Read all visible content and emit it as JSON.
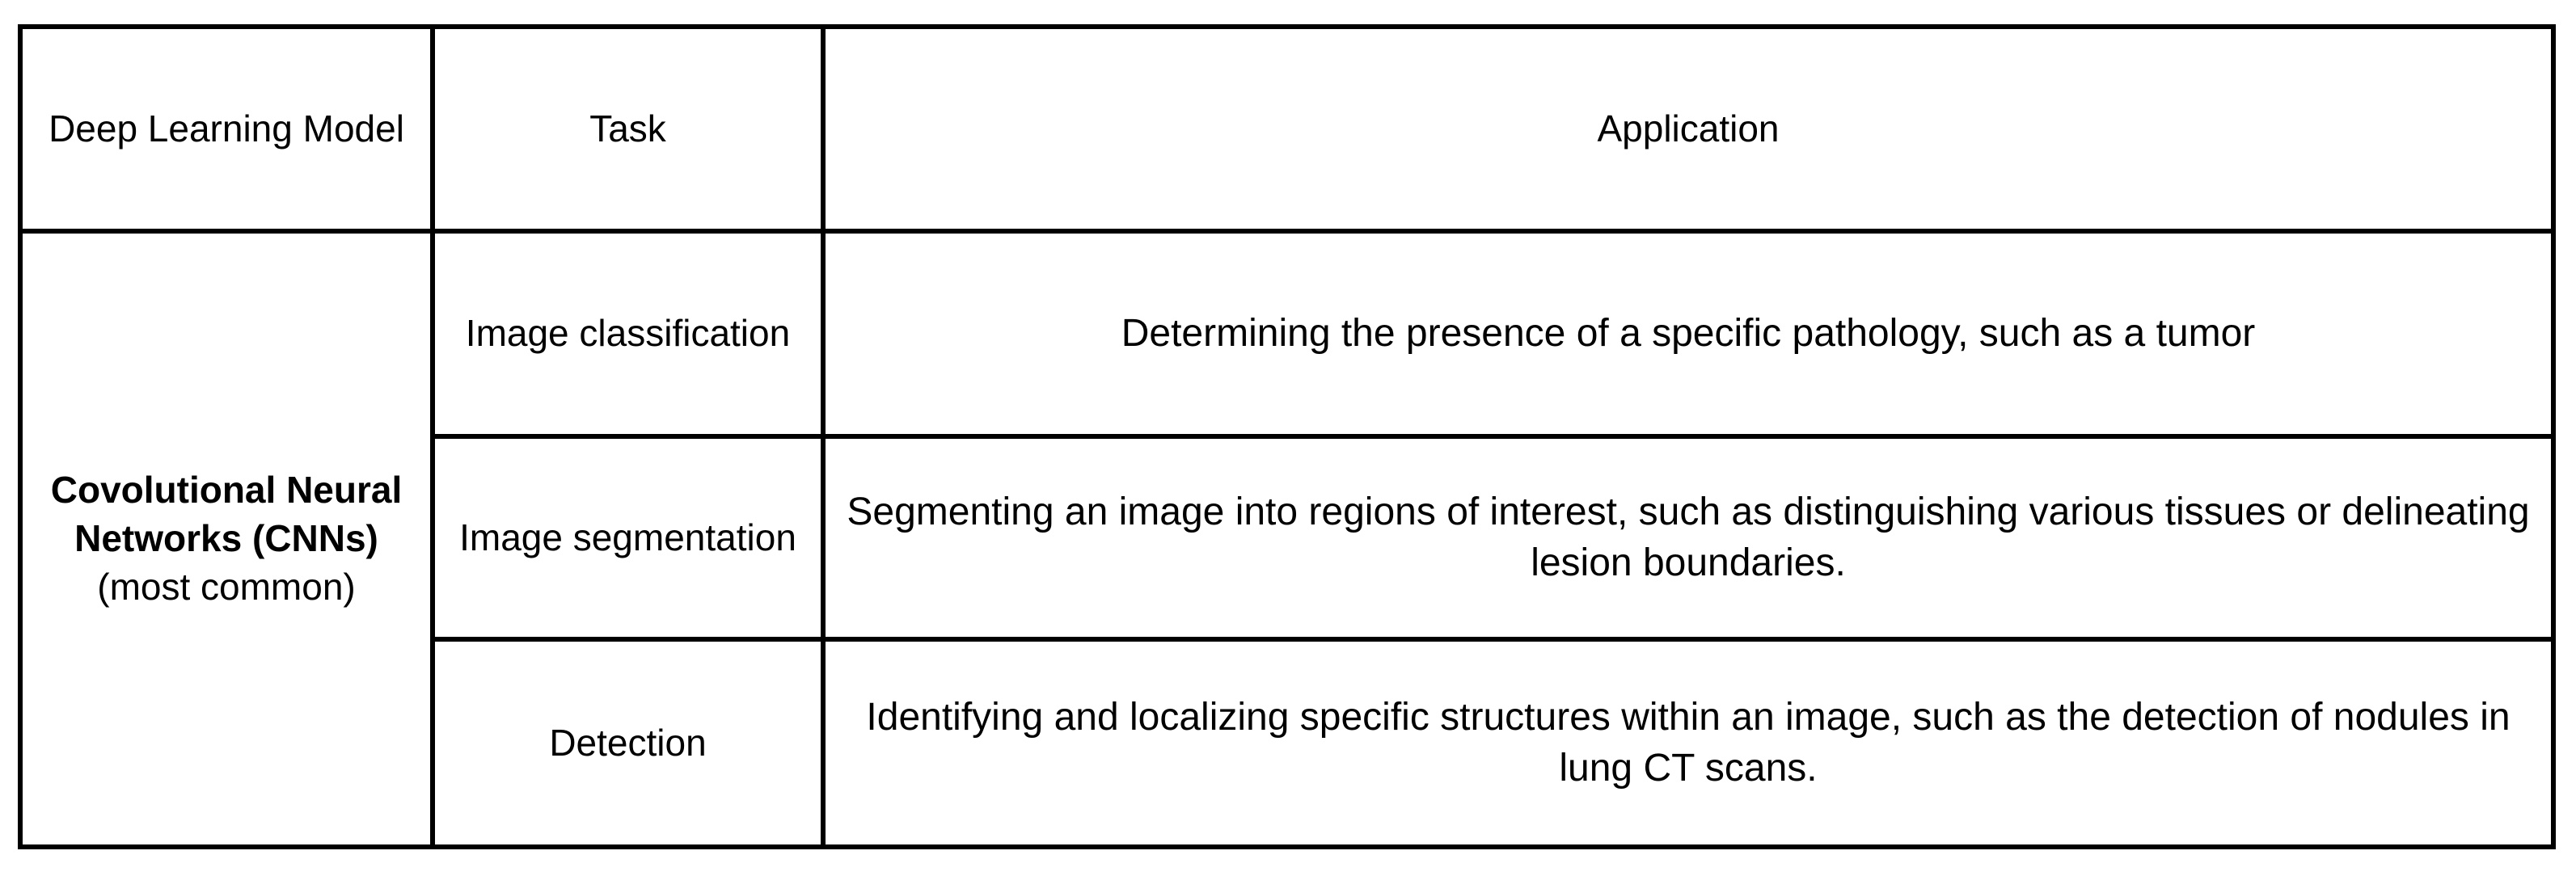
{
  "table": {
    "headers": {
      "model": "Deep Learning Model",
      "task": "Task",
      "application": "Application"
    },
    "model_group": {
      "name": "Covolutional Neural Networks (CNNs)",
      "note": "(most common)"
    },
    "rows": [
      {
        "task": "Image classification",
        "application": "Determining the presence of a specific pathology, such as a tumor"
      },
      {
        "task": "Image segmentation",
        "application": "Segmenting an image into regions of interest, such as distinguishing various tissues or delineating lesion boundaries."
      },
      {
        "task": "Detection",
        "application": "Identifying and localizing specific structures within an image, such as the detection of nodules in lung CT scans."
      }
    ]
  },
  "style": {
    "border_color": "#000000",
    "background_color": "#FFFFFF",
    "text_color": "#000000"
  }
}
